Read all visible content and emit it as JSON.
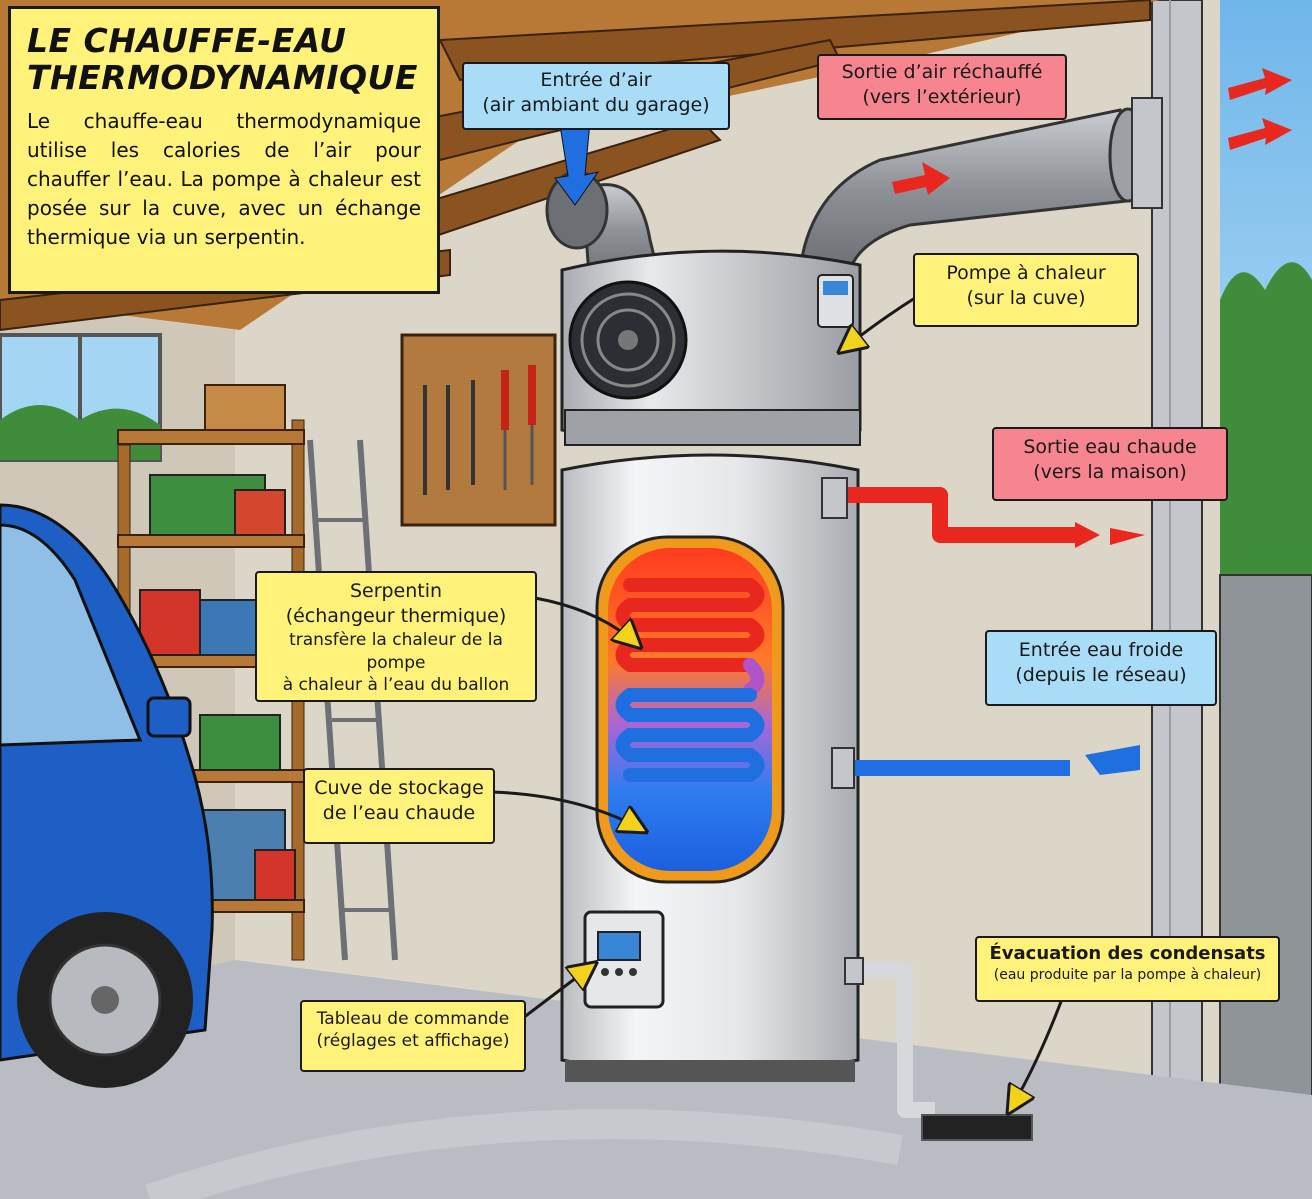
{
  "intro": {
    "title": "LE CHAUFFE-EAU THERMODYNAMIQUE",
    "text": "Le chauffe-eau thermodynamique utilise les calories de l’air pour chauffer l’eau. La pompe à chaleur est posée sur la cuve, avec un échange thermique via un serpentin."
  },
  "callouts": {
    "air_in": {
      "line1": "Entrée d’air",
      "line2": "(air ambiant du garage)"
    },
    "air_out": {
      "line1": "Sortie d’air réchauffé",
      "line2": "(vers l’extérieur)"
    },
    "heat_pump": {
      "line1": "Pompe à chaleur",
      "line2": "(sur la cuve)"
    },
    "hot_out": {
      "line1": "Sortie eau chaude",
      "line2": "(vers la maison)"
    },
    "coil": {
      "line1": "Serpentin",
      "line2": "(échangeur thermique)",
      "line3": "transfère la chaleur de la pompe",
      "line4": "à chaleur à l’eau du ballon"
    },
    "cold_in": {
      "line1": "Entrée eau froide",
      "line2": "(depuis le réseau)"
    },
    "tank": {
      "line1": "Cuve de stockage",
      "line2": "de l’eau chaude"
    },
    "control": {
      "line1": "Tableau de commande",
      "line2": "(réglages et affichage)"
    },
    "condensate": {
      "line1": "Évacuation des condensats",
      "line2": "(eau produite par la pompe à chaleur)"
    }
  },
  "colors": {
    "hot": "#e8281e",
    "cold": "#1f6fe0",
    "label_yellow": "#fff27a",
    "label_blue": "#a9dcf6",
    "label_red": "#f6858f",
    "car": "#1d5fc4"
  }
}
